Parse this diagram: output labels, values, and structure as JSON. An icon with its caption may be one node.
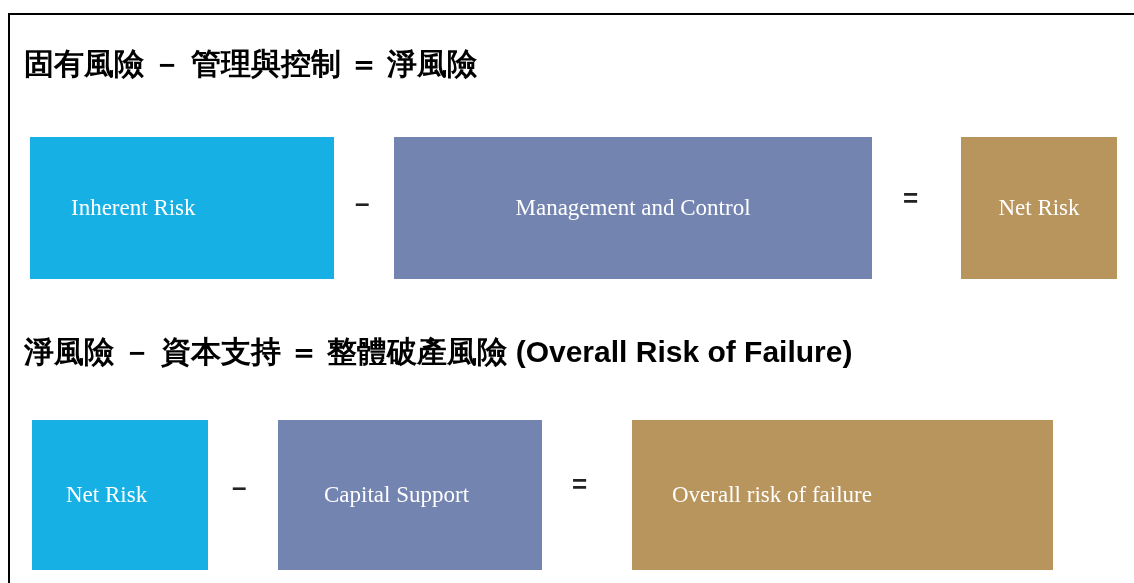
{
  "diagram": {
    "title": "固有風險 － 管理與控制 ＝ 淨風險",
    "nodes": [
      {
        "text": [
          "Inherent Risk"
        ]
      },
      {
        "text": [
          "Management and Control"
        ]
      },
      {
        "text": [
          "Net Risk"
        ]
      },
      {
        "text": [
          "Net Risk"
        ]
      },
      {
        "text": [
          "Capital Support"
        ]
      },
      {
        "text": [
          "Overall risk of failure"
        ]
      }
    ],
    "labels": [
      "–",
      "=",
      "淨風險 － 資本支持 ＝ 整體破產風險 (Overall Risk of Failure)",
      "–",
      "="
    ]
  }
}
